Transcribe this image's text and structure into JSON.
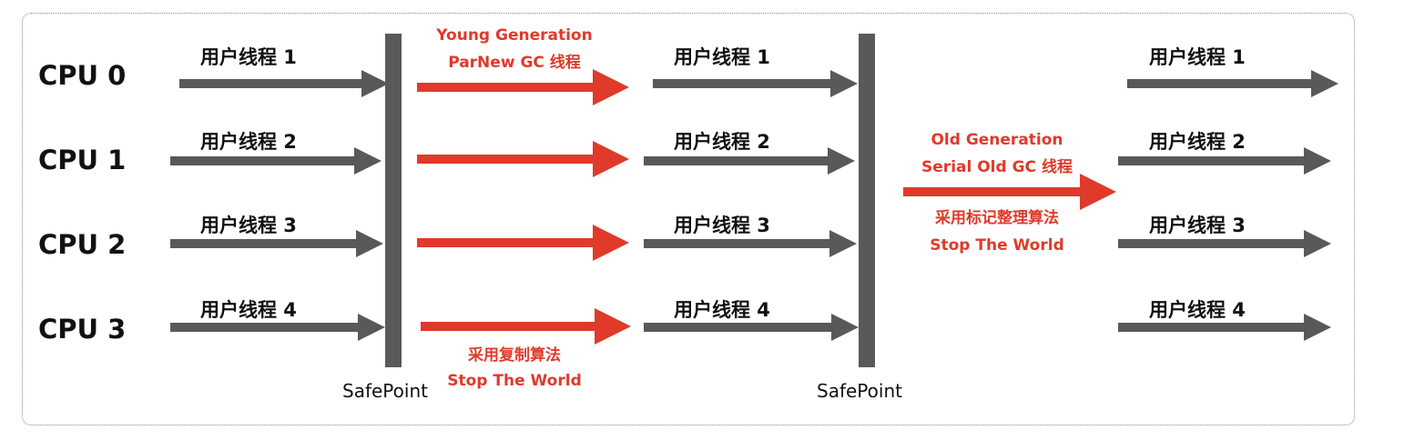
{
  "colors": {
    "gray_arrow": "#595959",
    "red_arrow": "#e03a2a",
    "border": "#8a8a8a"
  },
  "cpus": [
    "CPU 0",
    "CPU 1",
    "CPU 2",
    "CPU 3"
  ],
  "thread_labels": [
    "用户线程 1",
    "用户线程 2",
    "用户线程 3",
    "用户线程 4"
  ],
  "young_gc": {
    "line1": "Young Generation",
    "line2": "ParNew GC 线程",
    "algorithm": "采用复制算法",
    "stw": "Stop The World"
  },
  "old_gc": {
    "line1": "Old Generation",
    "line2": "Serial Old GC 线程",
    "algorithm": "采用标记整理算法",
    "stw": "Stop The World"
  },
  "safepoint_label": "SafePoint"
}
